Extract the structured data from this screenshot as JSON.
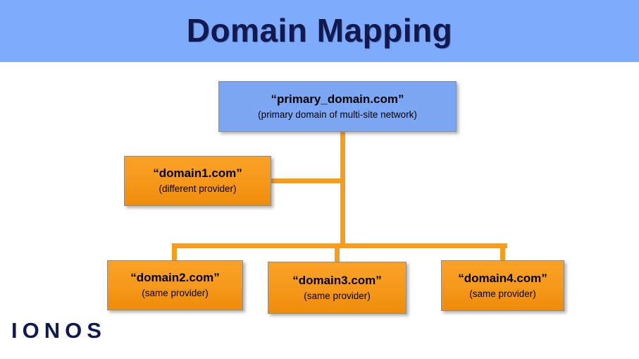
{
  "header": {
    "title": "Domain Mapping",
    "band_color": "#7fabfc",
    "title_color": "#111a4f"
  },
  "diagram": {
    "accent_color": "#f89c1c",
    "primary_node_color": "#7ba7f5",
    "child_node_color": "#f79a1c",
    "nodes": [
      {
        "id": "primary",
        "title": "“primary_domain.com”",
        "subtitle": "(primary domain of multi-site network)"
      },
      {
        "id": "domain1",
        "title": "“domain1.com”",
        "subtitle": "(different provider)"
      },
      {
        "id": "domain2",
        "title": "“domain2.com”",
        "subtitle": "(same provider)"
      },
      {
        "id": "domain3",
        "title": "“domain3.com”",
        "subtitle": "(same provider)"
      },
      {
        "id": "domain4",
        "title": "“domain4.com”",
        "subtitle": "(same provider)"
      }
    ]
  },
  "footer": {
    "logo_text": "IONOS",
    "logo_color": "#101a50"
  }
}
